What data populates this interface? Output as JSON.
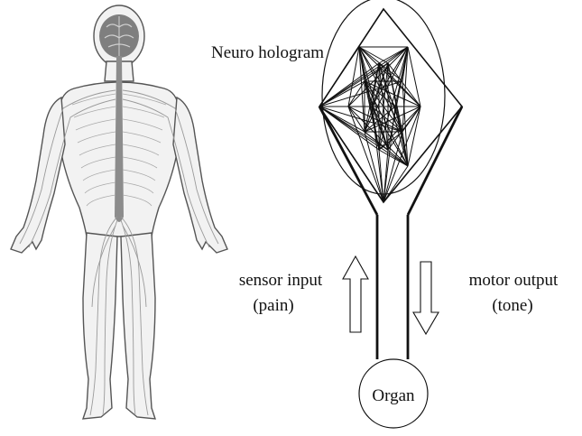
{
  "labels": {
    "hologram": "Neuro hologram",
    "sensor_line1": "sensor input",
    "sensor_line2": "(pain)",
    "motor_line1": "motor output",
    "motor_line2": "(tone)",
    "organ": "Organ"
  },
  "icons": {
    "body": "human-nervous-system-figure",
    "network": "neural-network-mesh",
    "up_arrow": "hollow-up-arrow",
    "down_arrow": "hollow-down-arrow"
  },
  "colors": {
    "line": "#111111",
    "body_fill": "#f2f2f2",
    "nerve": "#9a9a9a",
    "spine": "#8c8c8c",
    "brain": "#7f7f7f"
  }
}
